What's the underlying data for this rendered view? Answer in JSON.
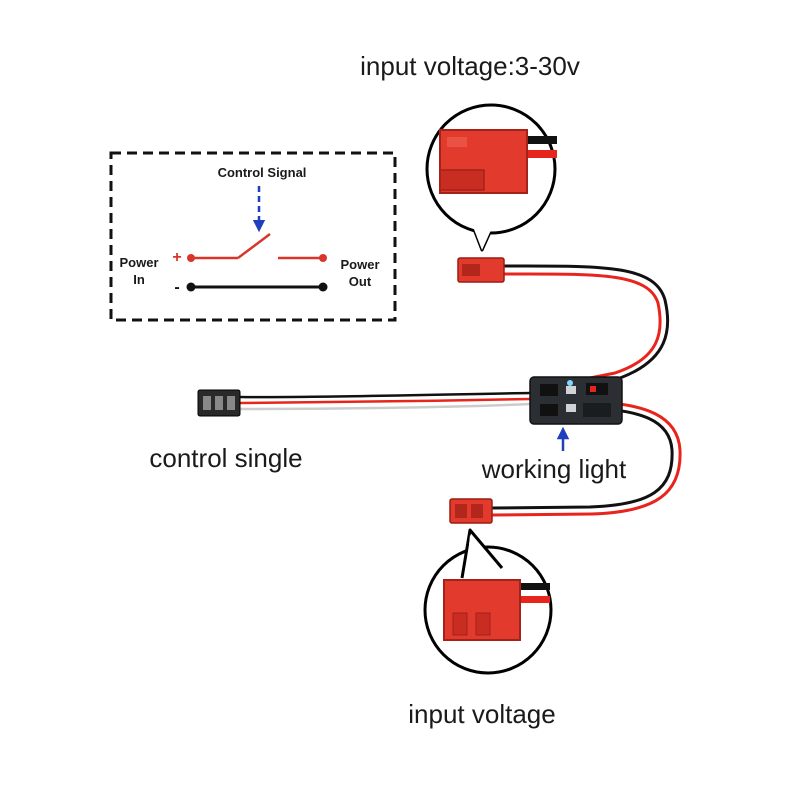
{
  "labels": {
    "input_voltage_top": "input voltage:3-30v",
    "control_single": "control single",
    "working_light": "working light",
    "input_voltage_bottom": "input voltage"
  },
  "schematic": {
    "control_signal": "Control Signal",
    "power_in_line1": "Power",
    "power_in_line2": "In",
    "power_out_line1": "Power",
    "power_out_line2": "Out",
    "plus_sign": "+",
    "minus_sign": "-"
  },
  "colors": {
    "wire_red": "#e8251c",
    "wire_black": "#111111",
    "connector_red": "#e23a2c",
    "switch_red": "#d9362a",
    "arrow_blue": "#1f3fbf",
    "board_dark": "#2b2f33"
  }
}
